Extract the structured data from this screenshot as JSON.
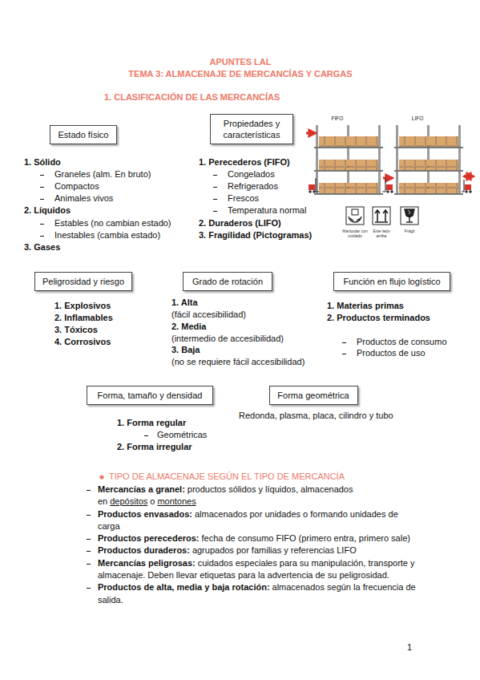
{
  "diagram": {
    "title": "APUNTES LAL",
    "nodes": [
      {
        "text": [
          "Estado físico"
        ]
      },
      {
        "text": [
          "Propiedades y características"
        ]
      },
      {
        "text": [
          "Peligrosidad y riesgo"
        ]
      },
      {
        "text": [
          "Grado de rotación"
        ]
      },
      {
        "text": [
          "Función en flujo logístico"
        ]
      },
      {
        "text": [
          "Forma, tamaño y densidad"
        ]
      },
      {
        "text": [
          "Forma geométrica"
        ]
      }
    ],
    "labels": [
      "TEMA 3: ALMACENAJE DE MERCANCÍAS Y CARGAS",
      "1. CLASIFICACIÓN DE LAS MERCANCÍAS",
      "1. Sólido",
      "Graneles (alm. En bruto)",
      "Compactos",
      "Animales vivos",
      "2. Líquidos",
      "Estables (no cambian estado)",
      "Inestables (cambia estado)",
      "3. Gases",
      "1. Perecederos (FIFO)",
      "Congelados",
      "Refrigerados",
      "Frescos",
      "Temperatura normal",
      "2. Duraderos (LIFO)",
      "3. Fragilidad (Pictogramas)",
      "FIFO",
      "LIFO",
      "Manipular con cuidado",
      "Este lado arriba",
      "Frágil",
      "1. Explosivos",
      "2. Inflamables",
      "3. Tóxicos",
      "4. Corrosivos",
      "1. Alta",
      "(fácil accesibilidad)",
      "2. Media",
      "(intermedio de accesibilidad)",
      "3. Baja",
      "(no se requiere fácil accesibilidad)",
      "1. Materias primas",
      "2. Productos terminados",
      "Productos de consumo",
      "Productos de uso",
      "1. Forma regular",
      "Geométricas",
      "2. Forma irregular",
      "Redonda, plasma, placa, cilindro y tubo",
      "TIPO DE ALMACENAJE SEGÚN EL TIPO DE MERCANCÍA",
      "Mercancías a granel:",
      "productos sólidos y líquidos, almacenados en",
      "depósitos",
      "o",
      "montones",
      "Productos envasados:",
      "almacenados por unidades o formando unidades de carga",
      "Productos perecederos:",
      "fecha de consumo FIFO (primero entra, primero sale)",
      "Productos duraderos:",
      "agrupados por familias y referencias LIFO",
      "Mercancías peligrosas:",
      "cuidados especiales para su manipulación, transporte y almacenaje. Deben llevar etiquetas para la advertencia de su peligrosidad.",
      "Productos de alta, media y baja rotación:",
      "almacenados según la frecuencia de salida.",
      "1"
    ]
  }
}
